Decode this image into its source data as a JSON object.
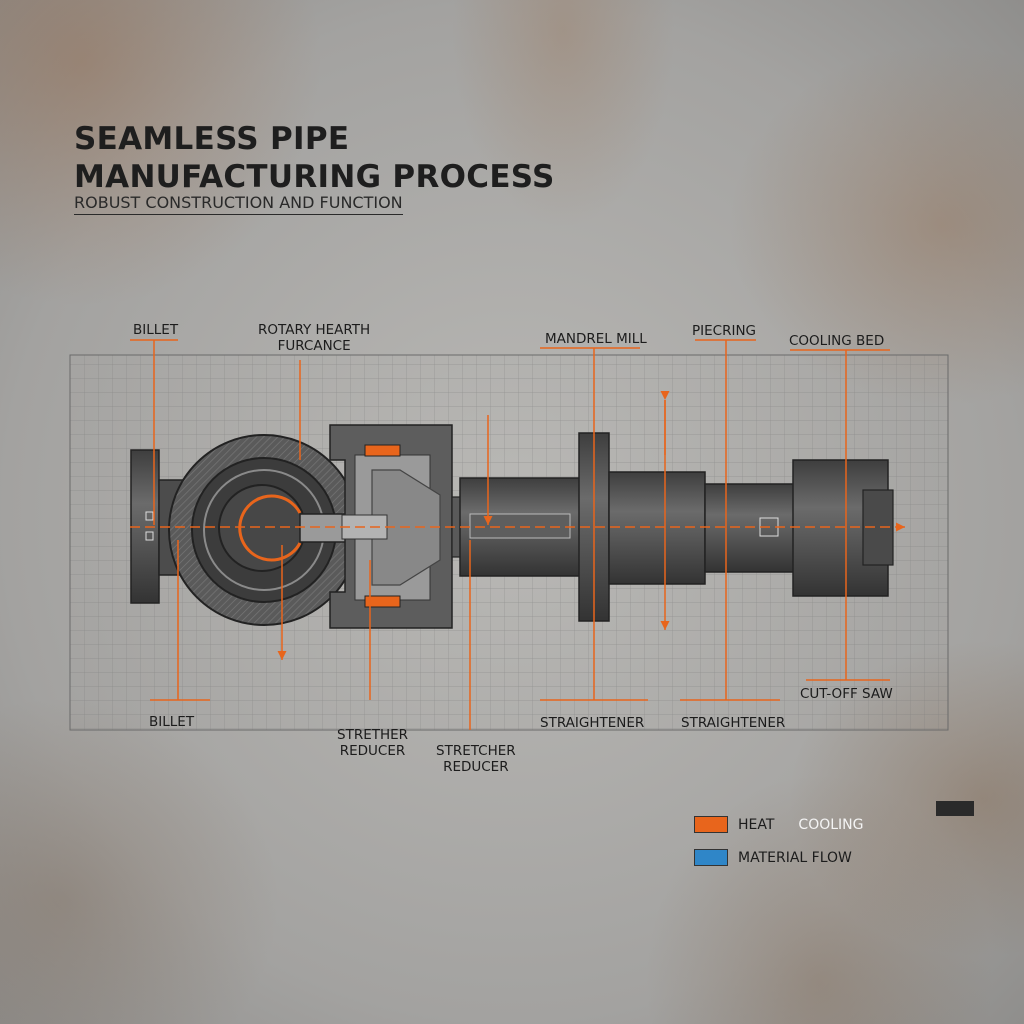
{
  "header": {
    "title_line1": "SEAMLESS PIPE",
    "title_line2": "MANUFACTURING PROCESS",
    "subtitle": "ROBUST CONSTRUCTION AND FUNCTION"
  },
  "labels": {
    "billet_top": "BILLET",
    "rotary_line1": "ROTARY HEARTH",
    "rotary_line2": "FURCANCE",
    "mandrel_mill": "MANDREL MILL",
    "piecring": "PIECRING",
    "cooling_bed": "COOLING BED",
    "billet_bottom": "BILLET",
    "strether_line1": "STRETHER",
    "strether_line2": "REDUCER",
    "stretcher_line1": "STRETCHER",
    "stretcher_line2": "REDUCER",
    "straightener_1": "STRAIGHTENER",
    "straightener_2": "STRAIGHTENER",
    "cut_off_saw": "CUT-OFF SAW"
  },
  "legend": {
    "heat": "HEAT",
    "cooling": "COOLING",
    "material_flow": "MATERIAL FLOW"
  },
  "colors": {
    "heat": "#e8651c",
    "material_flow": "#2f86c8",
    "steel": "#4a4a4a",
    "grid": "#7a7a7a"
  }
}
